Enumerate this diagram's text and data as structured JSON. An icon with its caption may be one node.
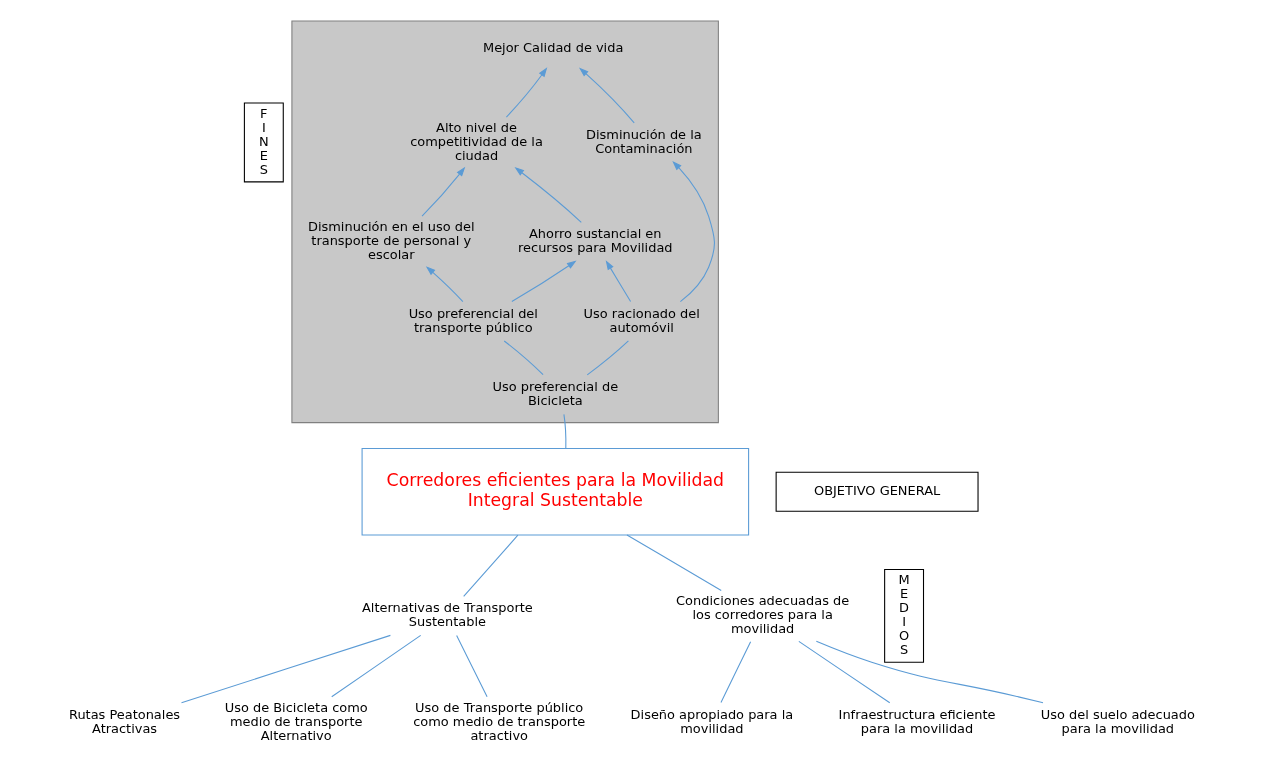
{
  "diagram": {
    "nodes": [
      {
        "text": [
          "F I N E S"
        ]
      },
      {
        "text": [],
        "shape": "box"
      },
      {
        "text": [
          "Mejor Calidad de vida"
        ],
        "in": 1
      },
      {
        "text": [
          "Alto nivel de competitividad de la ciudad"
        ],
        "in": 1
      },
      {
        "text": [
          "Disminución de la Contaminación"
        ],
        "in": 1
      },
      {
        "text": [
          "Disminución en el uso del transporte de personal y escolar"
        ],
        "in": 1
      },
      {
        "text": [
          "Ahorro sustancial en recursos para Movilidad"
        ],
        "in": 1
      },
      {
        "text": [
          "Uso preferencial del transporte público"
        ],
        "in": 1
      },
      {
        "text": [
          "Uso racionado del automóvil"
        ],
        "in": 1
      },
      {
        "text": [
          "Uso preferencial de Bicicleta"
        ],
        "in": 1
      },
      {
        "text": [
          "OBJETIVO GENERAL"
        ]
      },
      {
        "text": [
          "Corredores eficientes para la Movilidad Integral Sustentable"
        ]
      },
      {
        "text": [
          "M E D I O S"
        ]
      },
      {
        "text": [
          "Alternativas de Transporte Sustentable"
        ]
      },
      {
        "text": [
          "Condiciones adecuadas de los corredores para la movilidad"
        ]
      },
      {
        "text": [
          "Rutas Peatonales Atractivas"
        ]
      },
      {
        "text": [
          "Uso de Bicicleta como medio de transporte Alternativo"
        ]
      },
      {
        "text": [
          "Uso de Transporte público como medio de transporte atractivo"
        ]
      },
      {
        "text": [
          "Diseño apropiado para la movilidad"
        ]
      },
      {
        "text": [
          "Infraestructura eficiente para la movilidad"
        ]
      },
      {
        "text": [
          "Uso del suelo adecuado para la movilidad"
        ]
      }
    ],
    "edges": [
      {
        "from": 3,
        "to": 2,
        "arrow": "to"
      },
      {
        "from": 4,
        "to": 2,
        "arrow": "to"
      },
      {
        "from": 5,
        "to": 3,
        "arrow": "to"
      },
      {
        "from": 6,
        "to": 3,
        "arrow": "to"
      },
      {
        "from": 7,
        "to": 5,
        "arrow": "to"
      },
      {
        "from": 7,
        "to": 6,
        "arrow": "to"
      },
      {
        "from": 8,
        "to": 6,
        "arrow": "to"
      },
      {
        "from": 8,
        "to": 4,
        "arrow": "to"
      },
      {
        "from": 9,
        "to": 7,
        "arrow": "none"
      },
      {
        "from": 9,
        "to": 8,
        "arrow": "none"
      },
      {
        "from": 11,
        "to": 9,
        "arrow": "none"
      },
      {
        "from": 11,
        "to": 13,
        "arrow": "none"
      },
      {
        "from": 11,
        "to": 14,
        "arrow": "none"
      },
      {
        "from": 13,
        "to": 15,
        "arrow": "none"
      },
      {
        "from": 13,
        "to": 16,
        "arrow": "none"
      },
      {
        "from": 13,
        "to": 17,
        "arrow": "none"
      },
      {
        "from": 14,
        "to": 18,
        "arrow": "none"
      },
      {
        "from": 14,
        "to": 19,
        "arrow": "none"
      },
      {
        "from": 14,
        "to": 20,
        "arrow": "none"
      }
    ]
  }
}
